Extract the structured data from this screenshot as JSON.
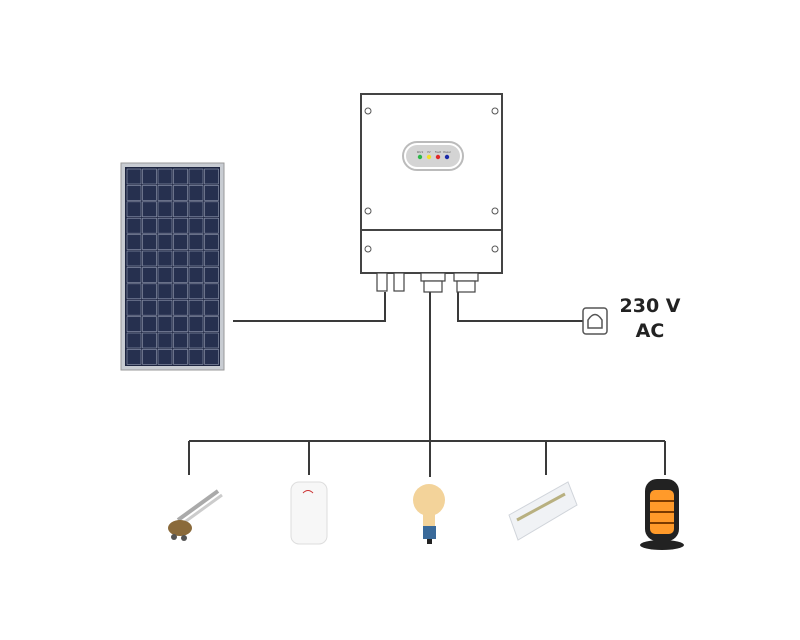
{
  "grid": {
    "voltage_label": "230 V",
    "type_label": "AC"
  },
  "inverter": {
    "leds": [
      {
        "label": "Work",
        "color": "#2db84a"
      },
      {
        "label": "PV",
        "color": "#f2e02a"
      },
      {
        "label": "Fault",
        "color": "#e02a2a"
      },
      {
        "label": "Power",
        "color": "#1a2aa8"
      }
    ]
  },
  "loads": [
    "immersion-heater",
    "water-boiler",
    "light-bulb",
    "infrared-heater",
    "halogen-heater"
  ],
  "colors": {
    "wire": "#3a3a3a",
    "panel": "#1c2440",
    "heater": "#ff9a2a"
  }
}
